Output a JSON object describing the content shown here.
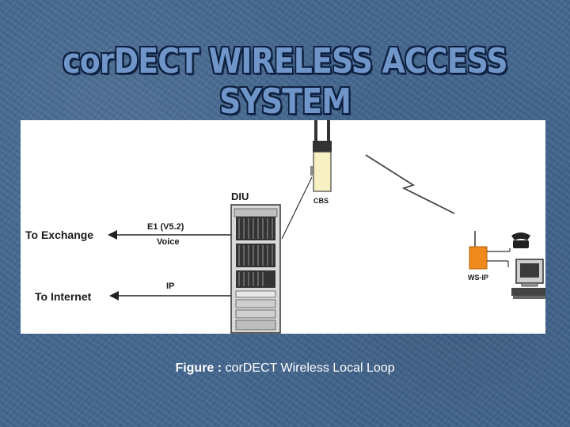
{
  "slide": {
    "title": "corDECT WIRELESS ACCESS SYSTEM",
    "caption_prefix": "Figure :",
    "caption_text": " corDECT Wireless Local Loop"
  },
  "diagram": {
    "nodes": {
      "diu": "DIU",
      "cbs": "CBS",
      "ws_ip": "WS-IP"
    },
    "links": {
      "to_exchange": "To Exchange",
      "e1_label": "E1 (V5.2)",
      "voice_label": "Voice",
      "to_internet": "To Internet",
      "ip_label": "IP"
    },
    "icons": [
      "arrow-left-icon",
      "rack-icon",
      "antenna-icon",
      "lightning-link-icon",
      "telephone-icon",
      "computer-icon"
    ],
    "colors": {
      "background": "#44678f",
      "title_fill": "#6f95c9",
      "title_outline": "#0d1f3d",
      "ws_ip_orange": "#f08a1c",
      "cbs_yellow": "#f7f0c2"
    }
  }
}
